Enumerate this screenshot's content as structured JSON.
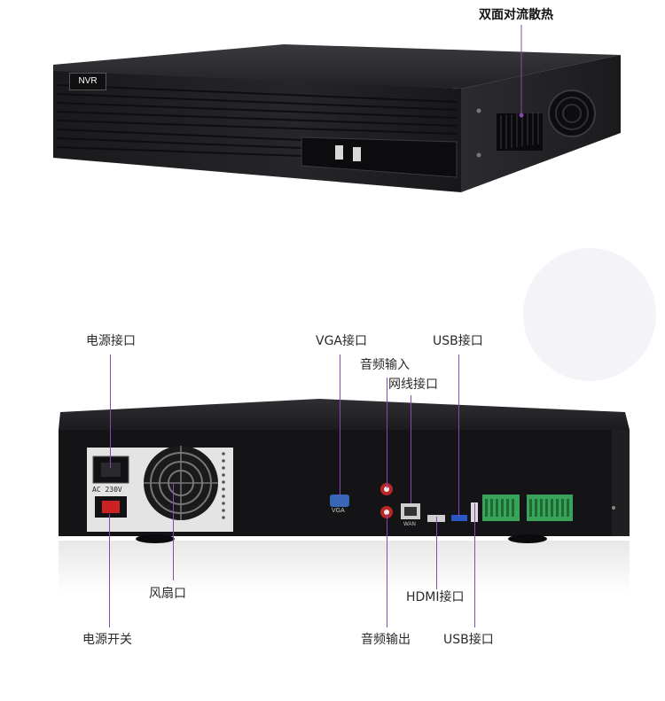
{
  "top_unit": {
    "brand_badge": "NVR",
    "callout": "双面对流散热"
  },
  "back_unit": {
    "power_label_text": "AC 230V",
    "vga_port_text": "VGA",
    "lan_port_text": "WAN"
  },
  "callouts": {
    "power_port": "电源接口",
    "vga_port": "VGA接口",
    "usb_port_top": "USB接口",
    "audio_in": "音频输入",
    "network_port": "网线接口",
    "fan": "风扇口",
    "hdmi_port": "HDMI接口",
    "power_switch": "电源开关",
    "audio_out": "音频输出",
    "usb_port_bottom": "USB接口"
  },
  "colors": {
    "leader_line": "#8a49b0",
    "chassis": "#1c1c1e",
    "terminal_green": "#3aa35a"
  }
}
